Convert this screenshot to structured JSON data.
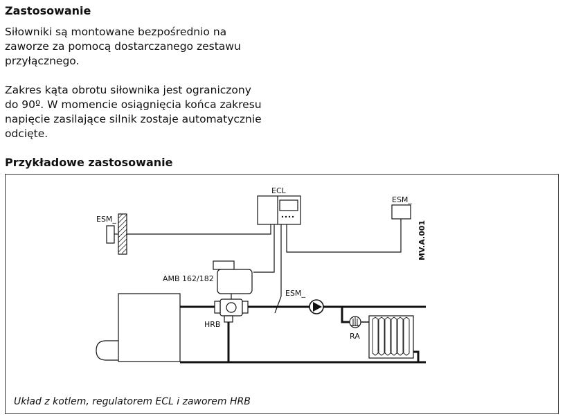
{
  "section1": {
    "heading": "Zastosowanie",
    "para1": [
      "Siłowniki są montowane bezpośrednio na",
      "zaworze za pomocą dostarczanego zestawu",
      "przyłącznego."
    ],
    "para2": [
      "Zakres kąta obrotu siłownika jest ograniczony",
      "do 90º. W momencie osiągnięcia końca zakresu",
      "napięcie zasilające silnik zostaje automatycznie",
      "odcięte."
    ]
  },
  "section2": {
    "heading": "Przykładowe zastosowanie"
  },
  "diagram": {
    "labels": {
      "ecl": "ECL",
      "esm_outdoor": "ESM_",
      "esm_room": "ESM_",
      "esm_supply": "ESM_",
      "amb": "AMB 162/182",
      "hrb": "HRB",
      "ra": "RA",
      "code": "MV.A.001"
    },
    "caption": "Układ z kotlem, regulatorem ECL i zaworem HRB"
  }
}
